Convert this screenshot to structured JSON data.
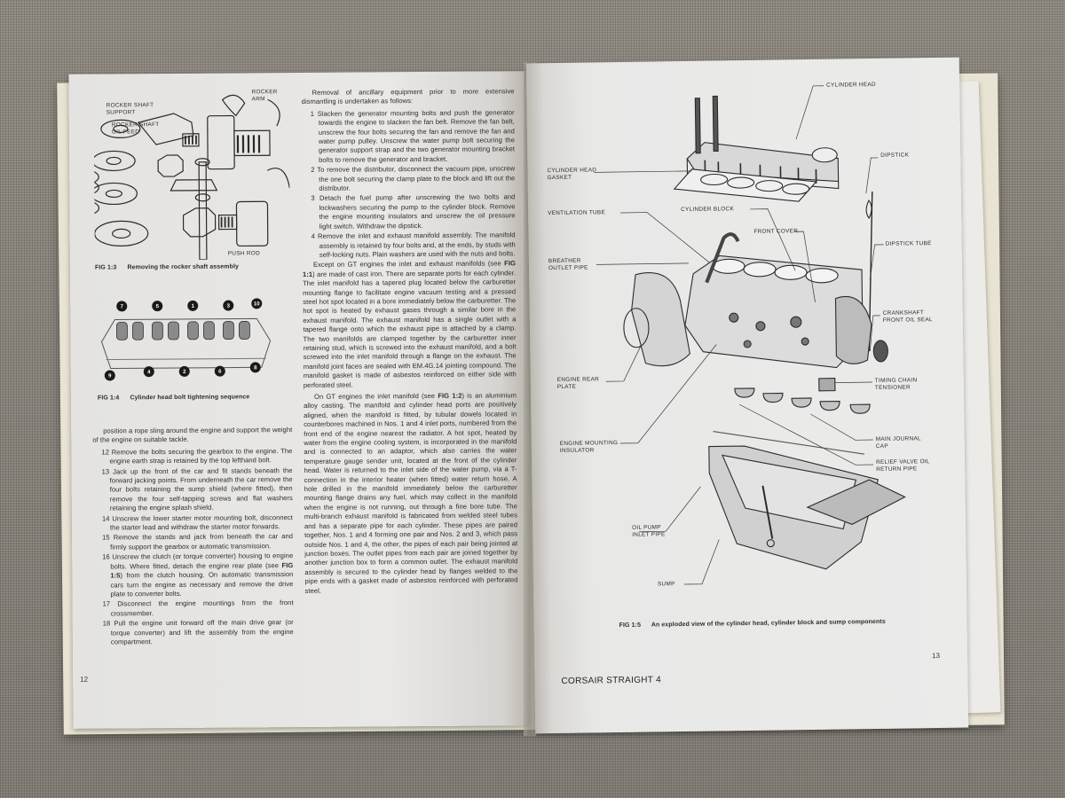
{
  "book": {
    "running_title": "CORSAIR STRAIGHT 4"
  },
  "left_page": {
    "page_number": "12",
    "fig_1_3": {
      "label": "FIG 1:3",
      "caption": "Removing the rocker shaft assembly",
      "callouts": [
        "ROCKER ARM",
        "ROCKER SHAFT SUPPORT",
        "ROCKER SHAFT OIL FEED",
        "PUSH ROD"
      ]
    },
    "fig_1_4": {
      "label": "FIG 1:4",
      "caption": "Cylinder head bolt tightening sequence",
      "bolt_numbers_top": [
        "7",
        "5",
        "1",
        "3",
        "10"
      ],
      "bolt_numbers_bottom": [
        "9",
        "4",
        "2",
        "6",
        "8"
      ]
    },
    "left_column": {
      "continuation": "position a rope sling around the engine and support the weight of the engine on suitable tackle.",
      "steps": [
        {
          "n": "12",
          "text": "Remove the bolts securing the gearbox to the engine. The engine earth strap is retained by the top lefthand bolt."
        },
        {
          "n": "13",
          "text": "Jack up the front of the car and fit stands beneath the forward jacking points. From underneath the car remove the four bolts retaining the sump shield (where fitted), then remove the four self-tapping screws and flat washers retaining the engine splash shield."
        },
        {
          "n": "14",
          "text": "Unscrew the lower starter motor mounting bolt, disconnect the starter lead and withdraw the starter motor forwards."
        },
        {
          "n": "15",
          "text": "Remove the stands and jack from beneath the car and firmly support the gearbox or automatic transmission."
        },
        {
          "n": "16",
          "text_before": "Unscrew the clutch (or torque converter) housing to engine bolts. Where fitted, detach the engine rear plate (see ",
          "fig_ref": "FIG 1:5",
          "text_after": ") from the clutch housing. On automatic transmission cars turn the engine as necessary and remove the drive plate to converter bolts."
        },
        {
          "n": "17",
          "text": "Disconnect the engine mountings from the front crossmember."
        },
        {
          "n": "18",
          "text": "Pull the engine unit forward off the main drive gear (or torque converter) and lift the assembly from the engine compartment."
        }
      ]
    },
    "right_column": {
      "intro": "Removal of ancillary equipment prior to more extensive dismantling is undertaken as follows:",
      "steps": [
        {
          "n": "1",
          "text": "Slacken the generator mounting bolts and push the generator towards the engine to slacken the fan belt. Remove the fan belt, unscrew the four bolts securing the fan and remove the fan and water pump pulley. Unscrew the water pump bolt securing the generator support strap and the two generator mounting bracket bolts to remove the generator and bracket."
        },
        {
          "n": "2",
          "text": "To remove the distributor, disconnect the vacuum pipe, unscrew the one bolt securing the clamp plate to the block and lift out the distributor."
        },
        {
          "n": "3",
          "text": "Detach the fuel pump after unscrewing the two bolts and lockwashers securing the pump to the cylinder block. Remove the engine mounting insulators and unscrew the oil pressure light switch. Withdraw the dipstick."
        },
        {
          "n": "4",
          "text": "Remove the inlet and exhaust manifold assembly. The manifold assembly is retained by four bolts and, at the ends, by studs with self-locking nuts. Plain washers are used with the nuts and bolts."
        }
      ],
      "para_gt_except": {
        "before": "Except on GT engines the inlet and exhaust manifolds (see ",
        "fig_ref": "FIG 1:1",
        "after": ") are made of cast iron. There are separate ports for each cylinder. The inlet manifold has a tapered plug located below the carburetter mounting flange to facilitate engine vacuum testing and a pressed steel hot spot located in a bore immediately below the carburetter. The hot spot is heated by exhaust gases through a similar bore in the exhaust manifold. The exhaust manifold has a single outlet with a tapered flange onto which the exhaust pipe is attached by a clamp. The two manifolds are clamped together by the carburetter inner retaining stud, which is screwed into the exhaust manifold, and a bolt screwed into the inlet manifold through a flange on the exhaust. The manifold joint faces are sealed with EM.4G.14 jointing compound. The manifold gasket is made of asbestos reinforced on either side with perforated steel."
      },
      "para_gt": {
        "before": "On GT engines the inlet manifold (see ",
        "fig_ref": "FIG 1:2",
        "after": ") is an aluminium alloy casting. The manifold and cylinder head ports are positively aligned, when the manifold is fitted, by tubular dowels located in counterbores machined in Nos. 1 and 4 inlet ports, numbered from the front end of the engine nearest the radiator. A hot spot, heated by water from the engine cooling system, is incorporated in the manifold and is connected to an adaptor, which also carries the water temperature gauge sender unit, located at the front of the cylinder head. Water is returned to the inlet side of the water pump, via a T-connection in the interior heater (when fitted) water return hose. A hole drilled in the manifold immediately below the carburetter mounting flange drains any fuel, which may collect in the manifold when the engine is not running, out through a fine bore tube. The multi-branch exhaust manifold is fabricated from welded steel tubes and has a separate pipe for each cylinder. These pipes are paired together, Nos. 1 and 4 forming one pair and Nos. 2 and 3, which pass outside Nos. 1 and 4, the other, the pipes of each pair being jointed at junction boxes. The outlet pipes from each pair are joined together by another junction box to form a common outlet. The exhaust manifold assembly is secured to the cylinder head by flanges welded to the pipe ends with a gasket made of asbestos reinforced with perforated steel."
      }
    }
  },
  "right_page": {
    "page_number": "13",
    "fig_1_5": {
      "label": "FIG 1:5",
      "caption": "An exploded view of the cylinder head, cylinder block and sump components",
      "callouts": {
        "cylinder_head": "CYLINDER HEAD",
        "cylinder_head_gasket": "CYLINDER HEAD GASKET",
        "dipstick": "DIPSTICK",
        "ventilation_tube": "VENTILATION TUBE",
        "cylinder_block": "CYLINDER BLOCK",
        "front_cover": "FRONT COVER",
        "dipstick_tube": "DIPSTICK TUBE",
        "breather_outlet_pipe": "BREATHER OUTLET PIPE",
        "crankshaft_front_oil_seal": "CRANKSHAFT FRONT OIL SEAL",
        "engine_rear_plate": "ENGINE REAR PLATE",
        "timing_chain_tensioner": "TIMING CHAIN TENSIONER",
        "main_journal_cap": "MAIN JOURNAL CAP",
        "engine_mounting_insulator": "ENGINE MOUNTING INSULATOR",
        "relief_valve_oil_return_pipe": "RELIEF VALVE OIL RETURN PIPE",
        "oil_pump_inlet_pipe": "OIL PUMP INLET PIPE",
        "sump": "SUMP"
      }
    }
  }
}
